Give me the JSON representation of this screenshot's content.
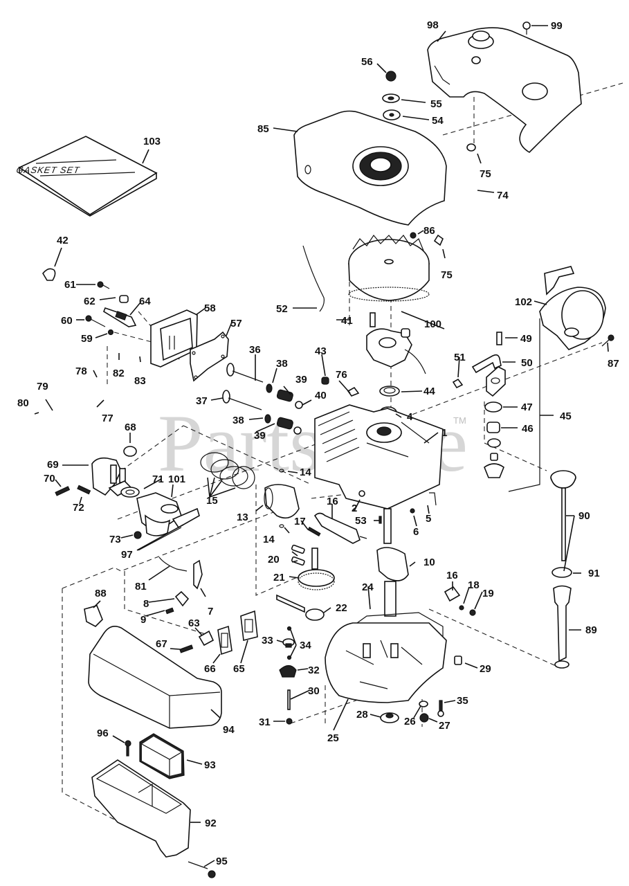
{
  "diagram": {
    "title": "Engine exploded parts diagram",
    "watermark": "PartsTree",
    "watermark_tm": "TM",
    "gasket_box_text": "GASKET SET",
    "callouts": [
      {
        "id": "c103",
        "label": "103",
        "part": "gasket-set"
      },
      {
        "id": "c98",
        "label": "98",
        "part": "fuel-tank"
      },
      {
        "id": "c99",
        "label": "99",
        "part": "screw"
      },
      {
        "id": "c56",
        "label": "56",
        "part": "nut"
      },
      {
        "id": "c55",
        "label": "55",
        "part": "washer"
      },
      {
        "id": "c54",
        "label": "54",
        "part": "washer"
      },
      {
        "id": "c85",
        "label": "85",
        "part": "blower-housing"
      },
      {
        "id": "c75a",
        "label": "75",
        "part": "clamp"
      },
      {
        "id": "c74",
        "label": "74",
        "part": "fuel-line"
      },
      {
        "id": "c86",
        "label": "86",
        "part": "screw"
      },
      {
        "id": "c75b",
        "label": "75",
        "part": "clamp"
      },
      {
        "id": "c42",
        "label": "42",
        "part": "spark-plug-cover"
      },
      {
        "id": "c61",
        "label": "61",
        "part": "screw"
      },
      {
        "id": "c62",
        "label": "62",
        "part": "spacer"
      },
      {
        "id": "c64",
        "label": "64",
        "part": "spark-plug"
      },
      {
        "id": "c58",
        "label": "58",
        "part": "cylinder-head"
      },
      {
        "id": "c60",
        "label": "60",
        "part": "bolt"
      },
      {
        "id": "c59",
        "label": "59",
        "part": "washer"
      },
      {
        "id": "c57",
        "label": "57",
        "part": "head-gasket"
      },
      {
        "id": "c52",
        "label": "52",
        "part": "ground-wire"
      },
      {
        "id": "c41",
        "label": "41",
        "part": "screw"
      },
      {
        "id": "c100",
        "label": "100",
        "part": "flywheel"
      },
      {
        "id": "c102",
        "label": "102",
        "part": "rewind-starter"
      },
      {
        "id": "c49",
        "label": "49",
        "part": "screw"
      },
      {
        "id": "c87",
        "label": "87",
        "part": "screw"
      },
      {
        "id": "c50",
        "label": "50",
        "part": "breather-tube"
      },
      {
        "id": "c51",
        "label": "51",
        "part": "clip"
      },
      {
        "id": "c82",
        "label": "82",
        "part": "link"
      },
      {
        "id": "c83",
        "label": "83",
        "part": "spring"
      },
      {
        "id": "c36",
        "label": "36",
        "part": "exhaust-valve"
      },
      {
        "id": "c38a",
        "label": "38",
        "part": "valve-spring-cap"
      },
      {
        "id": "c43",
        "label": "43",
        "part": "cap"
      },
      {
        "id": "c76",
        "label": "76",
        "part": "clip"
      },
      {
        "id": "c44",
        "label": "44",
        "part": "ignition-module"
      },
      {
        "id": "c78",
        "label": "78",
        "part": "screw"
      },
      {
        "id": "c79",
        "label": "79",
        "part": "bracket"
      },
      {
        "id": "c80",
        "label": "80",
        "part": "screw"
      },
      {
        "id": "c77",
        "label": "77",
        "part": "control-bracket"
      },
      {
        "id": "c37",
        "label": "37",
        "part": "intake-valve"
      },
      {
        "id": "c39a",
        "label": "39",
        "part": "valve-spring"
      },
      {
        "id": "c40",
        "label": "40",
        "part": "valve-lifter"
      },
      {
        "id": "c4",
        "label": "4",
        "part": "oil-seal"
      },
      {
        "id": "c47",
        "label": "47",
        "part": "gasket"
      },
      {
        "id": "c45",
        "label": "45",
        "part": "breather-assembly"
      },
      {
        "id": "c46",
        "label": "46",
        "part": "filter"
      },
      {
        "id": "c38b",
        "label": "38",
        "part": "valve-spring-cap"
      },
      {
        "id": "c39b",
        "label": "39",
        "part": "valve-spring"
      },
      {
        "id": "c1",
        "label": "1",
        "part": "cylinder-block"
      },
      {
        "id": "c68",
        "label": "68",
        "part": "gasket"
      },
      {
        "id": "c69",
        "label": "69",
        "part": "intake-pipe"
      },
      {
        "id": "c70",
        "label": "70",
        "part": "screw"
      },
      {
        "id": "c71",
        "label": "71",
        "part": "gasket"
      },
      {
        "id": "c101",
        "label": "101",
        "part": "carburetor"
      },
      {
        "id": "c15",
        "label": "15",
        "part": "piston-rings"
      },
      {
        "id": "c14a",
        "label": "14",
        "part": "retainer"
      },
      {
        "id": "c72",
        "label": "72",
        "part": "screw"
      },
      {
        "id": "c13",
        "label": "13",
        "part": "piston"
      },
      {
        "id": "c16a",
        "label": "16",
        "part": "connecting-rod"
      },
      {
        "id": "c2",
        "label": "2",
        "part": "dowel-pin"
      },
      {
        "id": "c53",
        "label": "53",
        "part": "key"
      },
      {
        "id": "c5",
        "label": "5",
        "part": "pin"
      },
      {
        "id": "c6",
        "label": "6",
        "part": "plug"
      },
      {
        "id": "c90",
        "label": "90",
        "part": "dipstick"
      },
      {
        "id": "c73",
        "label": "73",
        "part": "nut"
      },
      {
        "id": "c97",
        "label": "97",
        "part": "gasket"
      },
      {
        "id": "c14b",
        "label": "14",
        "part": "retainer"
      },
      {
        "id": "c17",
        "label": "17",
        "part": "screw"
      },
      {
        "id": "c20",
        "label": "20",
        "part": "valve-tappet"
      },
      {
        "id": "c10",
        "label": "10",
        "part": "crankshaft"
      },
      {
        "id": "c91",
        "label": "91",
        "part": "o-ring"
      },
      {
        "id": "c21",
        "label": "21",
        "part": "camshaft"
      },
      {
        "id": "c81",
        "label": "81",
        "part": "link"
      },
      {
        "id": "c88",
        "label": "88",
        "part": "gasket"
      },
      {
        "id": "c16b",
        "label": "16",
        "part": "rod-cap"
      },
      {
        "id": "c18",
        "label": "18",
        "part": "lock-washer"
      },
      {
        "id": "c19",
        "label": "19",
        "part": "nut"
      },
      {
        "id": "c24",
        "label": "24",
        "part": "crankcase-gasket"
      },
      {
        "id": "c8",
        "label": "8",
        "part": "plate"
      },
      {
        "id": "c7",
        "label": "7",
        "part": "bracket"
      },
      {
        "id": "c22",
        "label": "22",
        "part": "governor-shaft"
      },
      {
        "id": "c9",
        "label": "9",
        "part": "screw"
      },
      {
        "id": "c89",
        "label": "89",
        "part": "oil-fill-tube"
      },
      {
        "id": "c63",
        "label": "63",
        "part": "guard"
      },
      {
        "id": "c67",
        "label": "67",
        "part": "screw"
      },
      {
        "id": "c33",
        "label": "33",
        "part": "governor-spool"
      },
      {
        "id": "c34",
        "label": "34",
        "part": "washer"
      },
      {
        "id": "c29",
        "label": "29",
        "part": "seal"
      },
      {
        "id": "c66",
        "label": "66",
        "part": "muffler"
      },
      {
        "id": "c65",
        "label": "65",
        "part": "gasket"
      },
      {
        "id": "c32",
        "label": "32",
        "part": "governor-gear"
      },
      {
        "id": "c30",
        "label": "30",
        "part": "shaft"
      },
      {
        "id": "c35",
        "label": "35",
        "part": "screw"
      },
      {
        "id": "c94",
        "label": "94",
        "part": "air-cleaner-cover"
      },
      {
        "id": "c31",
        "label": "31",
        "part": "washer"
      },
      {
        "id": "c28",
        "label": "28",
        "part": "oil-seal"
      },
      {
        "id": "c26",
        "label": "26",
        "part": "gasket"
      },
      {
        "id": "c27",
        "label": "27",
        "part": "drain-plug"
      },
      {
        "id": "c25",
        "label": "25",
        "part": "crankcase-cover"
      },
      {
        "id": "c96",
        "label": "96",
        "part": "screw"
      },
      {
        "id": "c93",
        "label": "93",
        "part": "air-filter"
      },
      {
        "id": "c92",
        "label": "92",
        "part": "air-cleaner-body"
      },
      {
        "id": "c95",
        "label": "95",
        "part": "screw"
      }
    ]
  }
}
